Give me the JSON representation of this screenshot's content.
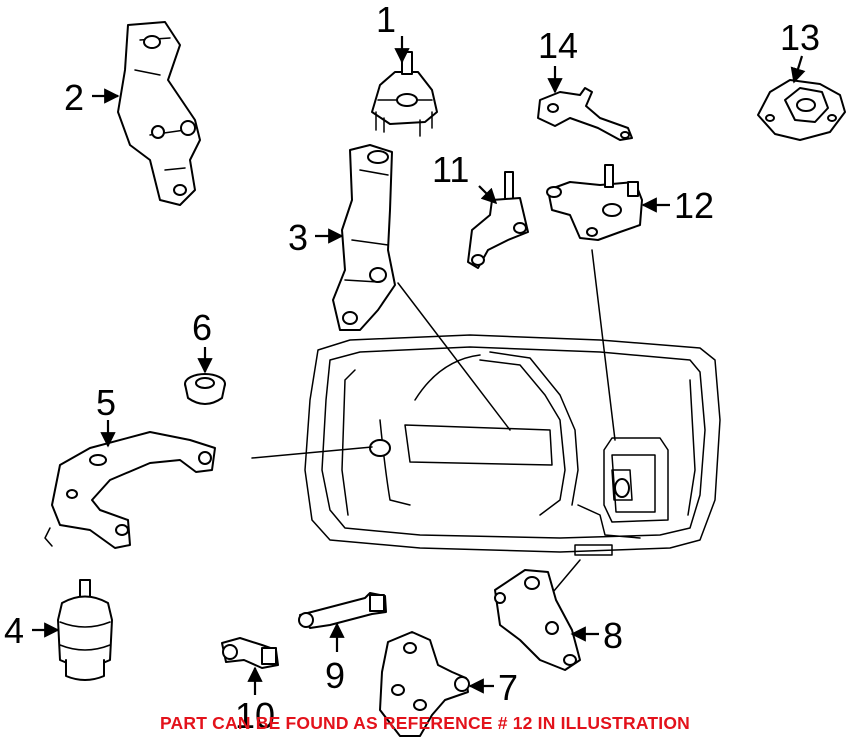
{
  "diagram": {
    "notice": {
      "text": "PART CAN BE FOUND AS REFERENCE # 12 IN ILLUSTRATION",
      "color": "#e3121b"
    },
    "callouts": {
      "c1": "1",
      "c2": "2",
      "c3": "3",
      "c4": "4",
      "c5": "5",
      "c6": "6",
      "c7": "7",
      "c8": "8",
      "c9": "9",
      "c10": "10",
      "c11": "11",
      "c12": "12",
      "c13": "13",
      "c14": "14"
    },
    "colors": {
      "line": "#000000",
      "background": "#ffffff"
    }
  }
}
